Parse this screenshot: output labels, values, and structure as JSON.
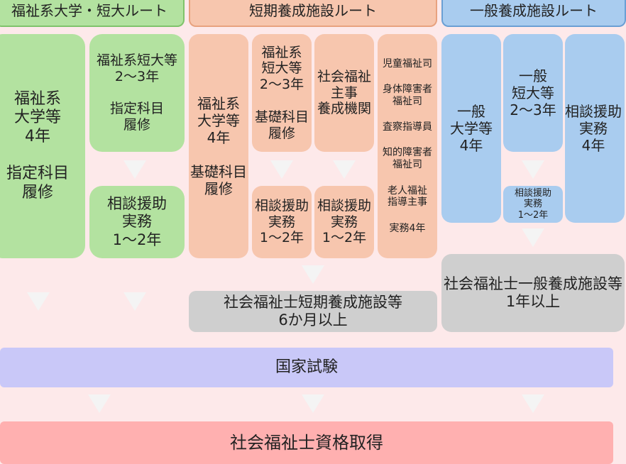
{
  "headers": {
    "welfare_univ": "福祉系大学・短大ルート",
    "short_term": "短期養成施設ルート",
    "general": "一般養成施設ルート"
  },
  "welfare_route": {
    "univ_box": "福祉系\n大学等\n4年\n\n指定科目\n履修",
    "junior_box": "福祉系短大等\n2～3年\n\n指定科目\n履修",
    "practice_box": "相談援助\n実務\n1～2年"
  },
  "short_route": {
    "univ_box": "福祉系\n大学等\n4年\n\n基礎科目\n履修",
    "junior_box": "福祉系\n短大等\n2～3年\n\n基礎科目\n履修",
    "junior_practice": "相談援助\n実務\n1～2年",
    "training_org": "社会福祉\n主事\n養成機関",
    "training_practice": "相談援助\n実務\n1～2年",
    "positions": [
      "児童福祉司",
      "身体障害者\n福祉司",
      "査察指導員",
      "知的障害者\n福祉司",
      "老人福祉\n指導主事",
      "実務4年"
    ],
    "facility": "社会福祉士短期養成施設等\n6か月以上"
  },
  "general_route": {
    "univ_box": "一般\n大学等\n4年",
    "junior_box": "一般\n短大等\n2～3年",
    "junior_practice": "相談援助\n実務\n1～2年",
    "practice_box": "相談援助\n実務\n4年",
    "facility": "社会福祉士一般養成施設等\n1年以上"
  },
  "exam": "国家試験",
  "result": "社会福祉士資格取得"
}
